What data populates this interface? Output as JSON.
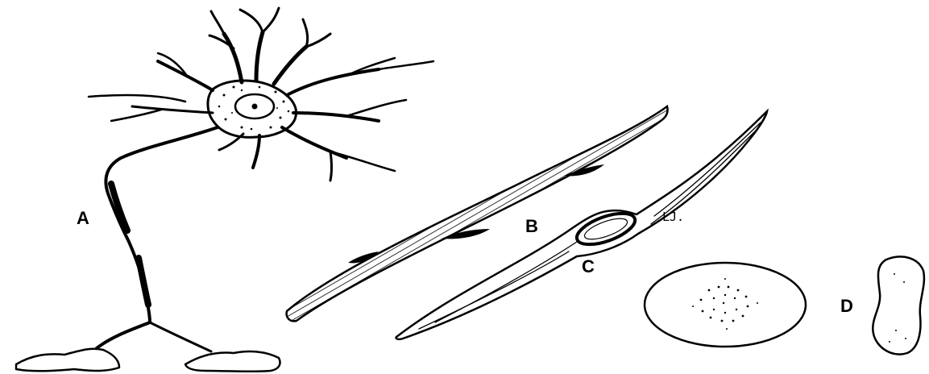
{
  "labels": {
    "a": "A",
    "b": "B",
    "c": "C",
    "d": "D"
  },
  "signature": "LJ.",
  "colors": {
    "ink": "#000000",
    "paper": "#ffffff"
  }
}
